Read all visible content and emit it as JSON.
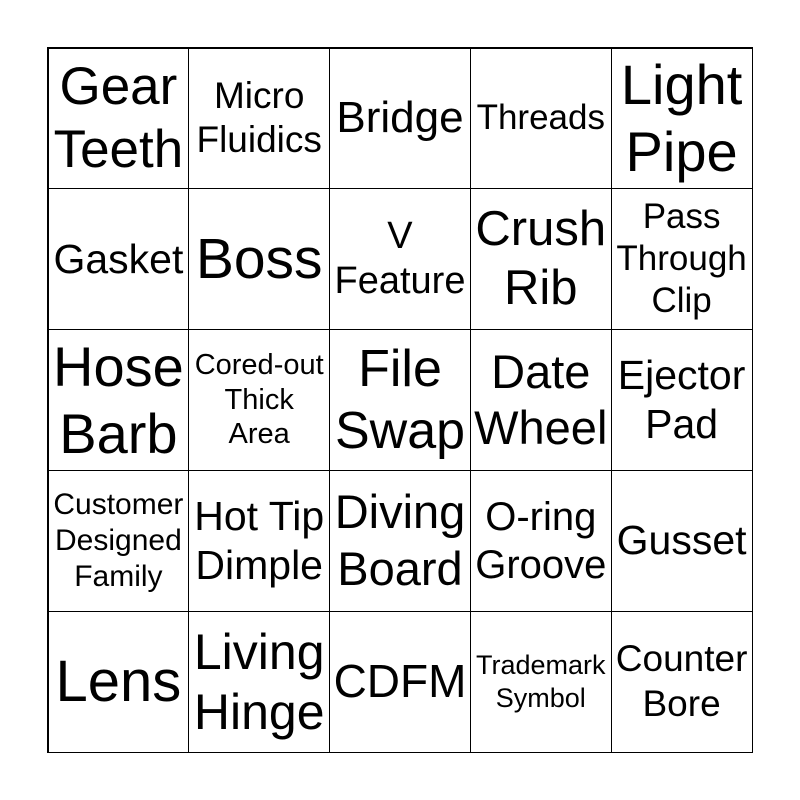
{
  "cells": [
    "Gear\nTeeth",
    "Micro\nFluidics",
    "Bridge",
    "Threads",
    "Light\nPipe",
    "Gasket",
    "Boss",
    "V\nFeature",
    "Crush\nRib",
    "Pass\nThrough\nClip",
    "Hose\nBarb",
    "Cored-out\nThick\nArea",
    "File\nSwap",
    "Date\nWheel",
    "Ejector\nPad",
    "Customer\nDesigned\nFamily",
    "Hot Tip\nDimple",
    "Diving\nBoard",
    "O-ring\nGroove",
    "Gusset",
    "Lens",
    "Living\nHinge",
    "CDFM",
    "Trademark\nSymbol",
    "Counter\nBore"
  ]
}
